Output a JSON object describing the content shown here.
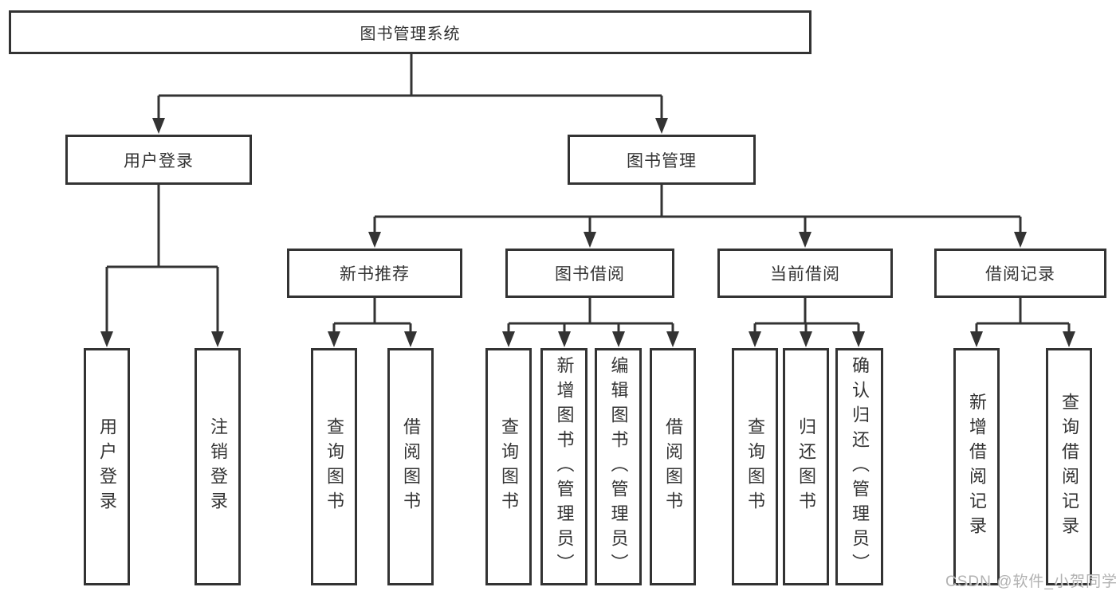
{
  "tree": {
    "root": "图书管理系统",
    "branches": [
      {
        "label": "用户登录",
        "leaves": [
          "用户登录",
          "注销登录"
        ]
      },
      {
        "label": "图书管理",
        "children": [
          {
            "label": "新书推荐",
            "leaves": [
              "查询图书",
              "借阅图书"
            ]
          },
          {
            "label": "图书借阅",
            "leaves": [
              "查询图书",
              "新增图书（管理员）",
              "编辑图书（管理员）",
              "借阅图书"
            ]
          },
          {
            "label": "当前借阅",
            "leaves": [
              "查询图书",
              "归还图书",
              "确认归还（管理员）"
            ]
          },
          {
            "label": "借阅记录",
            "leaves": [
              "新增借阅记录",
              "查询借阅记录"
            ]
          }
        ]
      }
    ]
  },
  "watermark": {
    "text": "CSDN @软件_小贺同学"
  },
  "colors": {
    "line": "#333333",
    "box_border": "#333333",
    "text": "#333333",
    "watermark": "#a8a8a8",
    "background": "#ffffff"
  }
}
